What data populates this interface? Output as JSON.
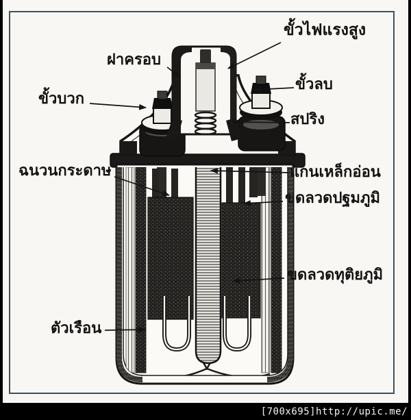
{
  "figure": {
    "subject": "ignition-coil-cutaway-diagram",
    "labels": {
      "hv_terminal": "ขั้วไฟแรงสูง",
      "cap": "ฝาครอบ",
      "positive_terminal": "ขั้วบวก",
      "negative_terminal": "ขั้วลบ",
      "spring": "สปริง",
      "paper_insulator": "ฉนวนกระดาษ",
      "iron_core": "แกนเหล็กอ่อน",
      "primary_coil": "ขดลวดปฐมภูมิ",
      "secondary_coil": "ขดลวดทุติยภูมิ",
      "case": "ตัวเรือน"
    },
    "colors": {
      "paper": "#f8f7f3",
      "ink": "#141414",
      "frame": "#41505a",
      "watermark_bar": "#000000",
      "watermark_text": "#f5f5f5"
    }
  },
  "watermark": {
    "text": "[700x695]http://upic.me/"
  }
}
